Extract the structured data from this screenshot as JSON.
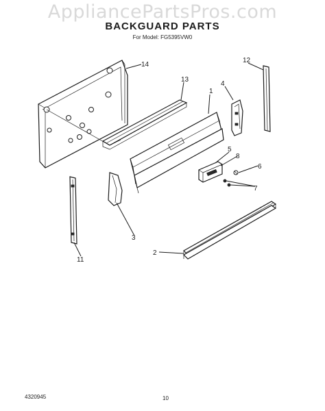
{
  "header": {
    "watermark": "AppliancePartsPros.com",
    "title": "BACKGUARD PARTS",
    "model": "For Model: FG5395VW0"
  },
  "callouts": [
    "1",
    "2",
    "3",
    "4",
    "5",
    "6",
    "7",
    "8",
    "11",
    "12",
    "13",
    "14"
  ],
  "footer": {
    "doc_number": "4320945",
    "page_number": "10"
  }
}
